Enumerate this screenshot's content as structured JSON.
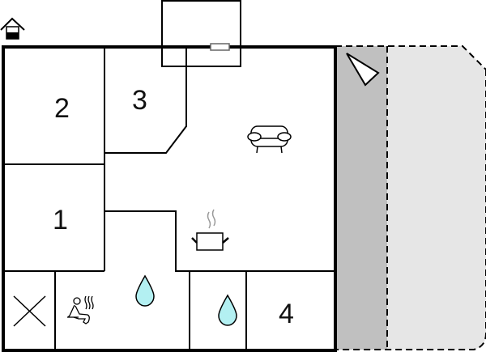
{
  "floorplan": {
    "rooms": [
      {
        "id": "room-1",
        "label": "1"
      },
      {
        "id": "room-2",
        "label": "2"
      },
      {
        "id": "room-3",
        "label": "3"
      },
      {
        "id": "room-4",
        "label": "4"
      }
    ],
    "icons": [
      "house-entrance-icon",
      "sofa-icon",
      "cooking-pot-icon",
      "sauna-icon",
      "water-drop-icon",
      "water-drop-icon",
      "cross-icon",
      "compass-north-arrow-icon"
    ],
    "colors": {
      "wall": "#000000",
      "terrace_dark": "#c0c0c0",
      "terrace_light": "#e6e6e6",
      "water": "#b3f0f2",
      "steam": "#999999"
    }
  }
}
